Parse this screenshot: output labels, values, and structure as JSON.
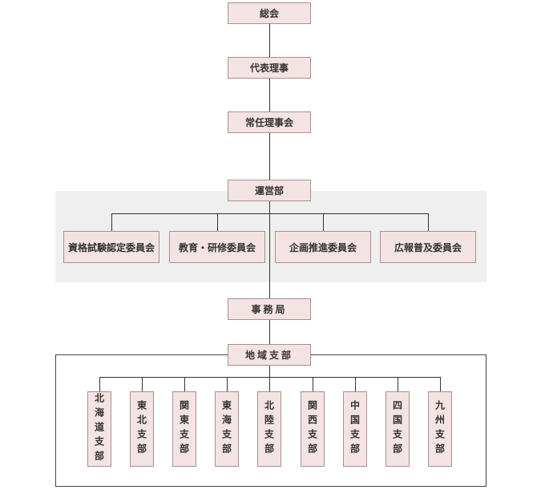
{
  "org": {
    "general_assembly": "総会",
    "representative_director": "代表理事",
    "executive_board": "常任理事会",
    "operations_dept": "運営部",
    "committees": [
      "資格試験認定委員会",
      "教育・研修委員会",
      "企画推進委員会",
      "広報普及委員会"
    ],
    "secretariat": "事務局",
    "regional_branches": "地域支部",
    "branches": [
      "北海道支部",
      "東北支部",
      "関東支部",
      "東海支部",
      "北陸支部",
      "関西支部",
      "中国支部",
      "四国支部",
      "九州支部"
    ]
  },
  "colors": {
    "box_fill": "#f3e3e3",
    "box_border": "#a89090",
    "committee_band": "#efefef",
    "line": "#333333"
  }
}
